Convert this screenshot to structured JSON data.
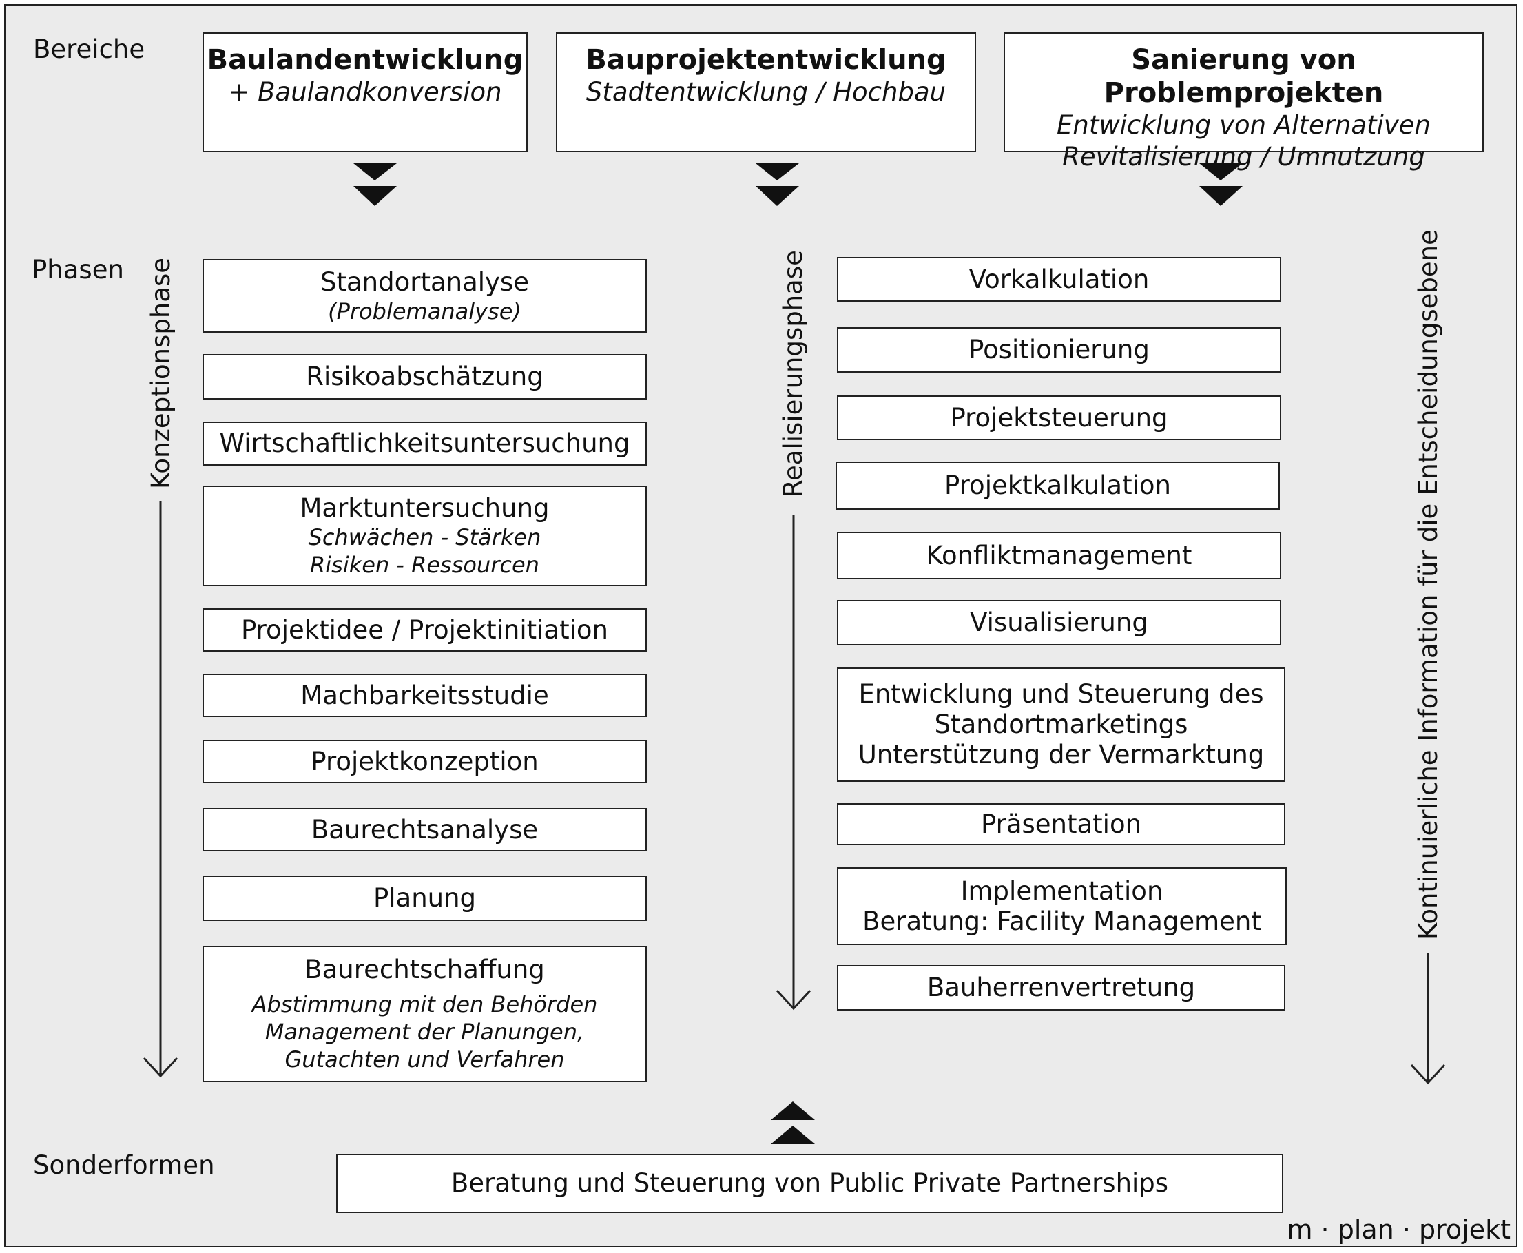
{
  "labels": {
    "bereiche": "Bereiche",
    "phasen": "Phasen",
    "sonderformen": "Sonderformen"
  },
  "bereiche": [
    {
      "title": "Baulandentwicklung",
      "sub": [
        "+ Baulandkonversion"
      ]
    },
    {
      "title": "Bauprojektentwicklung",
      "sub": [
        "Stadtentwicklung / Hochbau"
      ]
    },
    {
      "title": "Sanierung von Problemprojekten",
      "sub": [
        "Entwicklung von Alternativen",
        "Revitalisierung / Umnutzung"
      ]
    }
  ],
  "axes": {
    "konzeption": "Konzeptionsphase",
    "realisierung": "Realisierungsphase",
    "entscheidung": "Kontinuierliche Information für die Entscheidungsebene"
  },
  "konzeption_steps": [
    {
      "title": "Standortanalyse",
      "sub": [
        "(Problemanalyse)"
      ]
    },
    {
      "title": "Risikoabschätzung",
      "sub": []
    },
    {
      "title": "Wirtschaftlichkeitsuntersuchung",
      "sub": []
    },
    {
      "title": "Marktuntersuchung",
      "sub": [
        "Schwächen - Stärken",
        "Risiken - Ressourcen"
      ]
    },
    {
      "title": "Projektidee / Projektinitiation",
      "sub": []
    },
    {
      "title": "Machbarkeitsstudie",
      "sub": []
    },
    {
      "title": "Projektkonzeption",
      "sub": []
    },
    {
      "title": "Baurechtsanalyse",
      "sub": []
    },
    {
      "title": "Planung",
      "sub": []
    },
    {
      "title": "Baurechtschaffung",
      "sub": [
        "Abstimmung mit den Behörden",
        "Management der Planungen,",
        "Gutachten und Verfahren"
      ]
    }
  ],
  "realisierung_steps": [
    {
      "lines": [
        "Vorkalkulation"
      ]
    },
    {
      "lines": [
        "Positionierung"
      ]
    },
    {
      "lines": [
        "Projektsteuerung"
      ]
    },
    {
      "lines": [
        "Projektkalkulation"
      ]
    },
    {
      "lines": [
        "Konfliktmanagement"
      ]
    },
    {
      "lines": [
        "Visualisierung"
      ]
    },
    {
      "lines": [
        "Entwicklung und Steuerung des",
        "Standortmarketings",
        "Unterstützung der Vermarktung"
      ]
    },
    {
      "lines": [
        "Präsentation"
      ]
    },
    {
      "lines": [
        "Implementation",
        "Beratung: Facility Management"
      ]
    },
    {
      "lines": [
        "Bauherrenvertretung"
      ]
    }
  ],
  "sonderform": "Beratung und Steuerung von Public Private Partnerships",
  "brand": "m · plan · projekt"
}
